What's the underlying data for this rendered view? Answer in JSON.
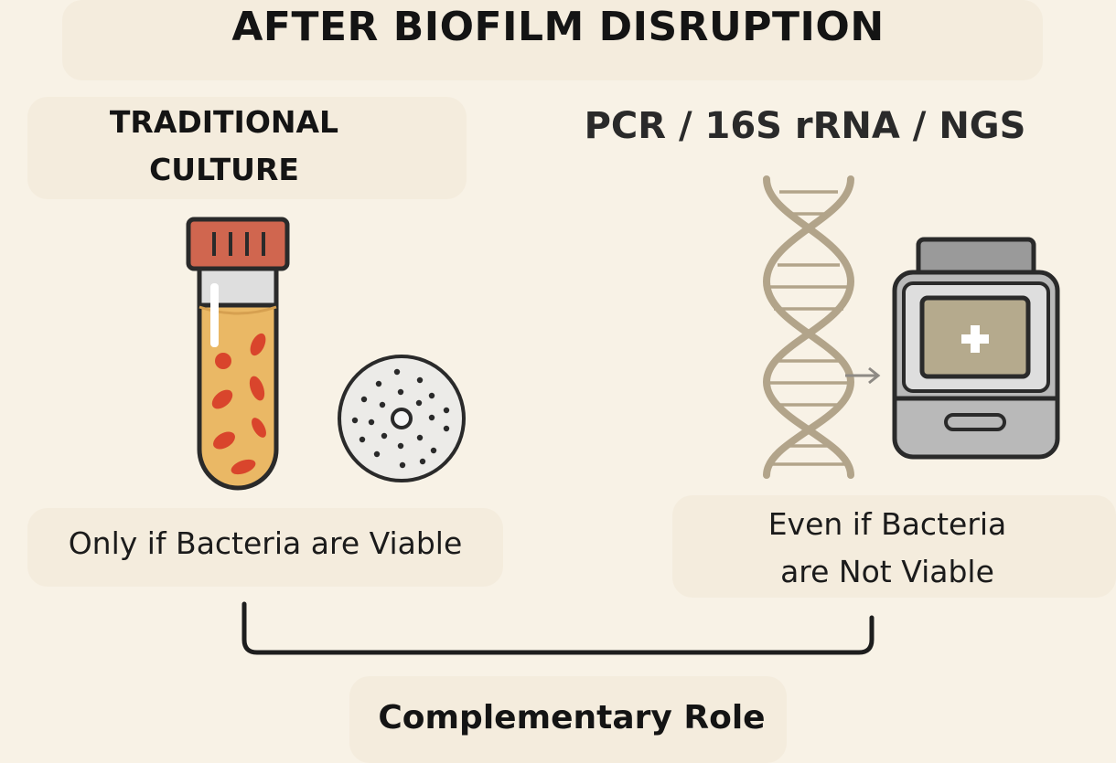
{
  "title": "AFTER BIOFILM DISRUPTION",
  "left": {
    "heading_line1": "TRADITIONAL",
    "heading_line2": "CULTURE",
    "caption": "Only if Bacteria are Viable"
  },
  "right": {
    "heading": "PCR / 16S rRNA / NGS",
    "caption_line1": "Even if Bacteria",
    "caption_line2": "are Not Viable"
  },
  "bracket_label": "Complementary Role",
  "colors": {
    "background": "#f8f2e6",
    "cap_red": "#d0664f",
    "culture_fluid": "#eab865",
    "bacteria": "#d9452c",
    "dna": "#b2a48a",
    "device_gray": "#b9b9b9",
    "device_screen": "#b5aa8d"
  },
  "icons": [
    "test-tube-icon",
    "petri-dish-icon",
    "dna-helix-icon",
    "arrow-right-icon",
    "sequencer-device-icon"
  ]
}
